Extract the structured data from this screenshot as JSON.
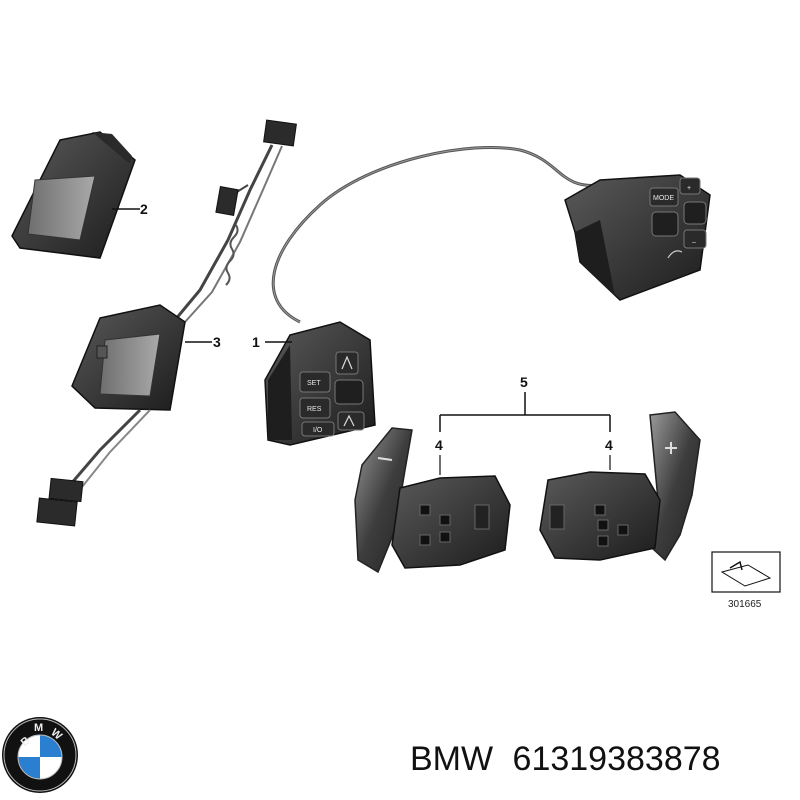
{
  "diagram": {
    "callouts": [
      "1",
      "2",
      "3",
      "4",
      "4",
      "5"
    ],
    "button_labels": {
      "set": "SET",
      "res": "RES",
      "io": "I/O",
      "mode": "MODE",
      "plus": "+",
      "minus": "–"
    },
    "reference_number": "301665"
  },
  "footer": {
    "brand": "BMW",
    "part_number": "61319383878",
    "logo_letters": "BMW"
  }
}
